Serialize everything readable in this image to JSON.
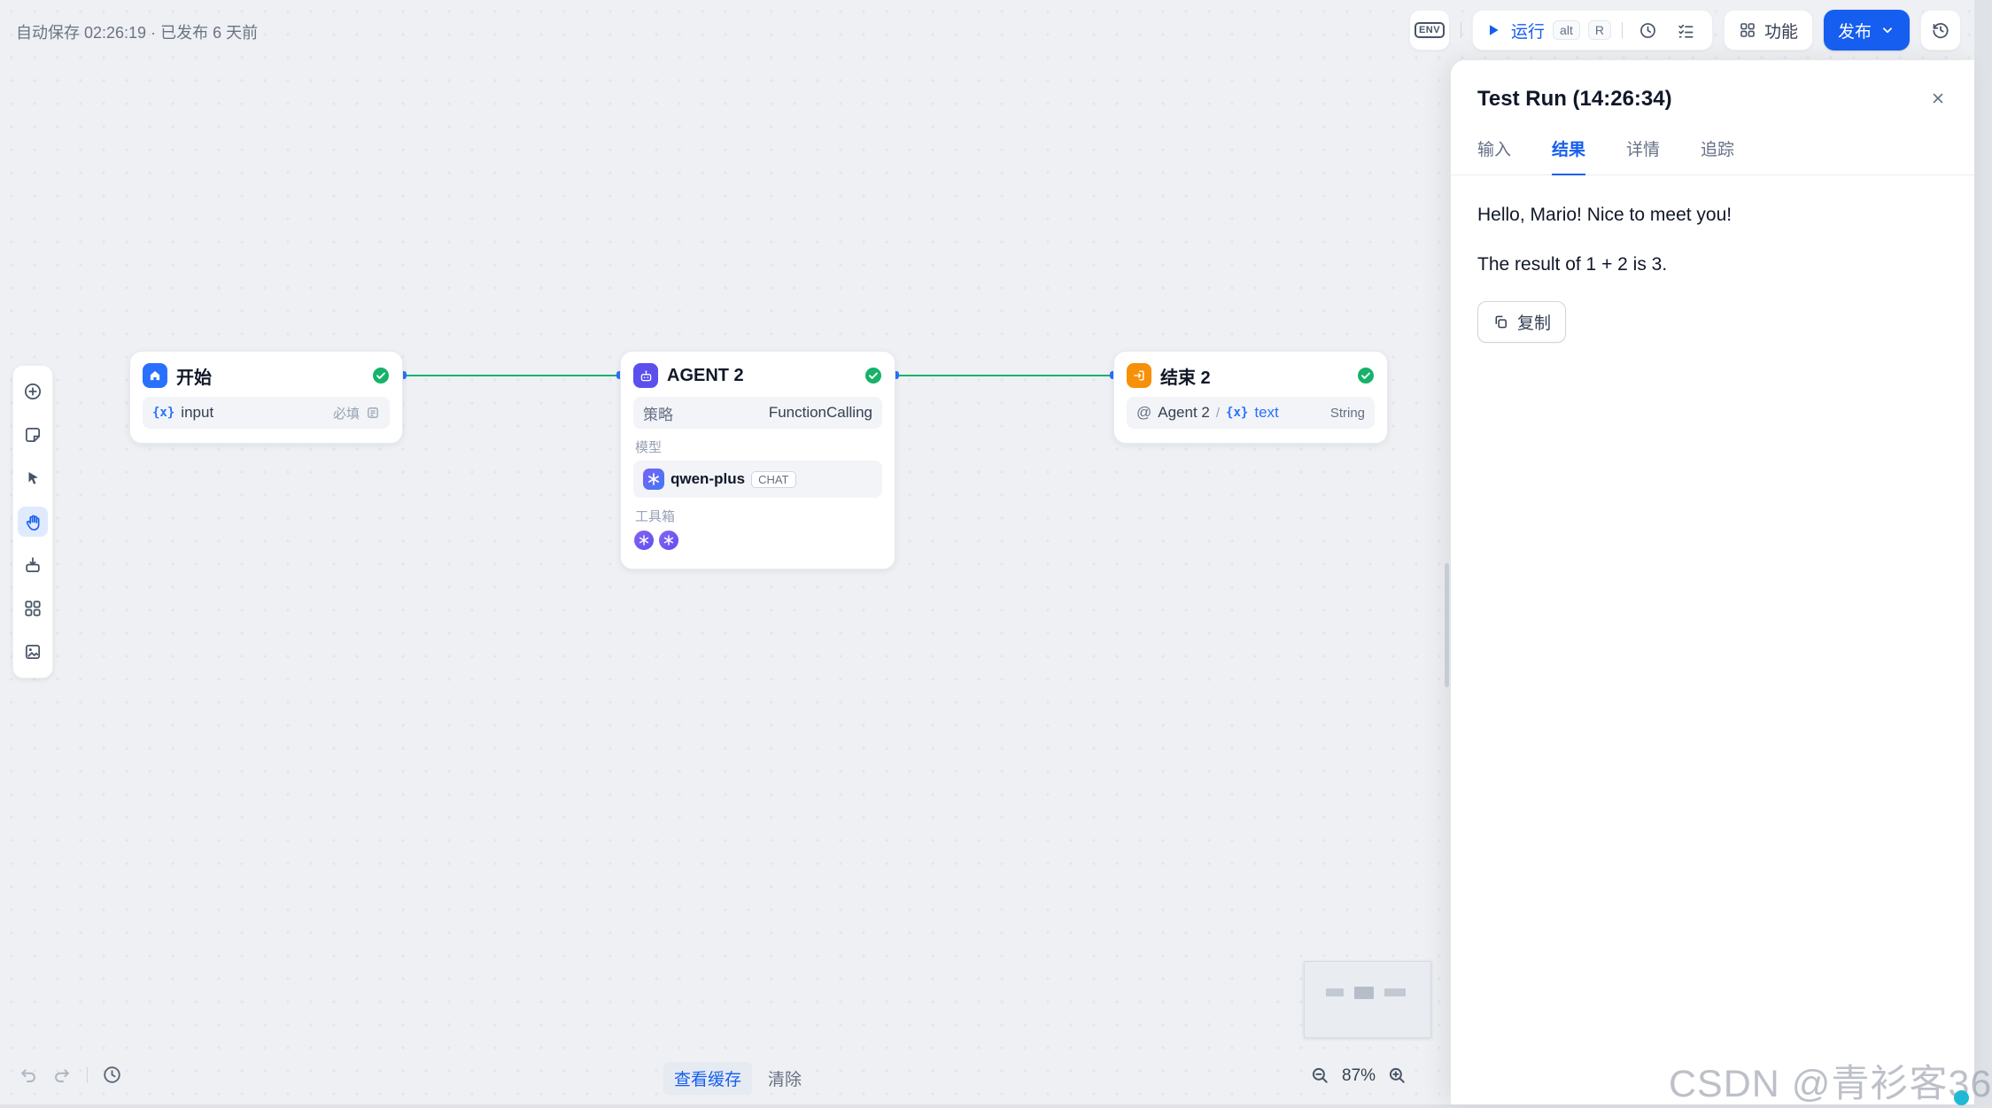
{
  "header": {
    "autosave_text": "自动保存 02:26:19 · 已发布 6 天前",
    "env_label": "ENV",
    "run_label": "运行",
    "run_shortcut_alt": "alt",
    "run_shortcut_key": "R",
    "features_label": "功能",
    "publish_label": "发布"
  },
  "panel": {
    "title": "Test Run (14:26:34)",
    "tabs": [
      "输入",
      "结果",
      "详情",
      "追踪"
    ],
    "result_lines": [
      "Hello, Mario! Nice to meet you!",
      "The result of 1 + 2 is 3."
    ],
    "copy_label": "复制"
  },
  "nodes": {
    "start": {
      "title": "开始",
      "var_icon": "{x}",
      "var_name": "input",
      "required_label": "必填"
    },
    "agent": {
      "title": "AGENT 2",
      "strategy_label": "策略",
      "strategy_value": "FunctionCalling",
      "model_label": "模型",
      "model_name": "qwen-plus",
      "model_badge": "CHAT",
      "toolbox_label": "工具箱"
    },
    "end": {
      "title": "结束 2",
      "ref_at": "@",
      "ref_node": "Agent 2",
      "ref_sep": "/",
      "var_icon": "{x}",
      "var_name": "text",
      "var_type": "String"
    }
  },
  "footer": {
    "view_cache_label": "查看缓存",
    "clear_label": "清除",
    "zoom_value": "87%"
  },
  "watermark": "CSDN @青衫客36",
  "colors": {
    "accent": "#155eef",
    "success": "#17b26a",
    "start_node": "#2970ff",
    "agent_node": "#5b50ee",
    "end_node": "#f79009"
  }
}
